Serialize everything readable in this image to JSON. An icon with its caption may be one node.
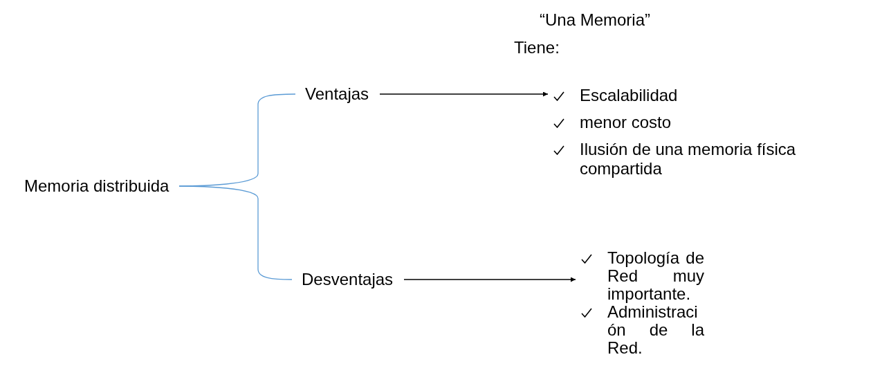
{
  "diagram": {
    "nodes": [
      {
        "text": [
          "Memoria distribuida"
        ]
      },
      {
        "text": [
          "Ventajas"
        ]
      },
      {
        "text": [
          "Desventajas"
        ]
      },
      {
        "text": [
          "Escalabilidad",
          "menor costo",
          "Ilusión de una memoria física compartida"
        ],
        "beside": [
          "“Una Memoria”",
          "Tiene:"
        ]
      },
      {
        "text": [
          "Topología de Red muy importante.",
          "Administración de la Red."
        ]
      }
    ],
    "edges": [
      {
        "from": 0,
        "to": 1,
        "arrow": "none",
        "color": "#5b9bd5"
      },
      {
        "from": 0,
        "to": 2,
        "arrow": "none",
        "color": "#5b9bd5"
      },
      {
        "from": 1,
        "to": 3,
        "arrow": "to",
        "color": "#000000"
      },
      {
        "from": 2,
        "to": 4,
        "arrow": "to",
        "color": "#000000"
      }
    ]
  }
}
